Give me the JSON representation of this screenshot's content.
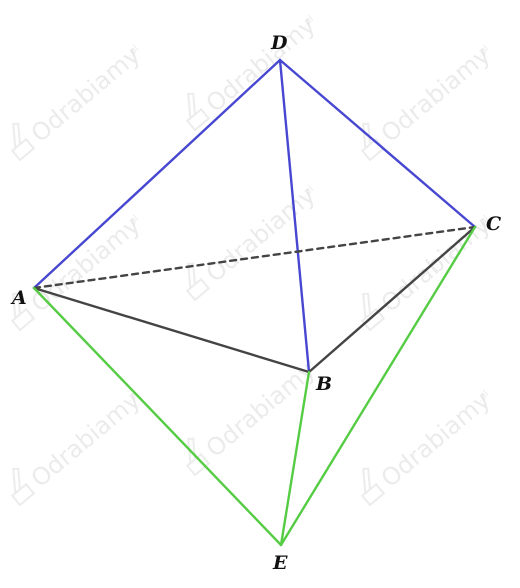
{
  "watermark": {
    "text": "Odrabiamy",
    "suffix": ".pl",
    "icon": "pencil-paper-icon"
  },
  "colors": {
    "top_edges": "#4747d1",
    "bottom_edges": "#55cc44",
    "base_edges": "#444444",
    "hidden_edge": "#444444"
  },
  "vertices": {
    "A": {
      "label": "A"
    },
    "B": {
      "label": "B"
    },
    "C": {
      "label": "C"
    },
    "D": {
      "label": "D"
    },
    "E": {
      "label": "E"
    }
  },
  "edges": [
    {
      "from": "A",
      "to": "D",
      "group": "top_edges",
      "style": "solid"
    },
    {
      "from": "D",
      "to": "C",
      "group": "top_edges",
      "style": "solid"
    },
    {
      "from": "D",
      "to": "B",
      "group": "top_edges",
      "style": "solid"
    },
    {
      "from": "A",
      "to": "B",
      "group": "base_edges",
      "style": "solid"
    },
    {
      "from": "B",
      "to": "C",
      "group": "base_edges",
      "style": "solid"
    },
    {
      "from": "A",
      "to": "C",
      "group": "hidden_edge",
      "style": "dashed"
    },
    {
      "from": "A",
      "to": "E",
      "group": "bottom_edges",
      "style": "solid"
    },
    {
      "from": "B",
      "to": "E",
      "group": "bottom_edges",
      "style": "solid"
    },
    {
      "from": "C",
      "to": "E",
      "group": "bottom_edges",
      "style": "solid"
    }
  ]
}
